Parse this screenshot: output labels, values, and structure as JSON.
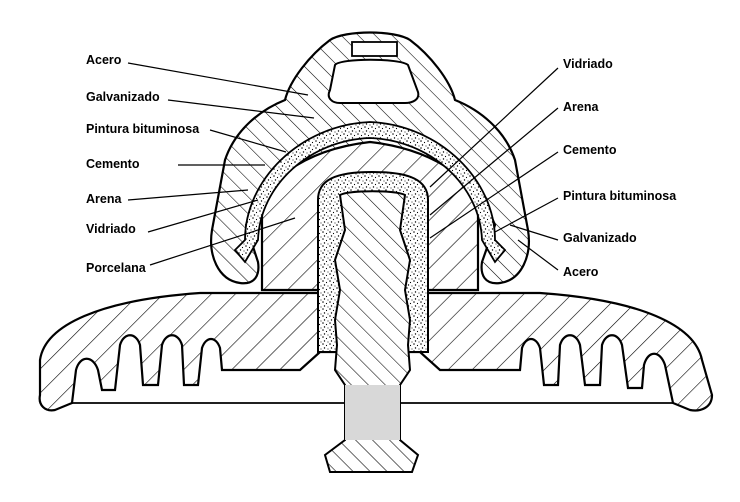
{
  "labels_left": {
    "acero": "Acero",
    "galvanizado": "Galvanizado",
    "pintura": "Pintura bituminosa",
    "cemento": "Cemento",
    "arena": "Arena",
    "vidriado": "Vidriado",
    "porcelana": "Porcelana"
  },
  "labels_right": {
    "vidriado": "Vidriado",
    "arena": "Arena",
    "cemento": "Cemento",
    "pintura": "Pintura bituminosa",
    "galvanizado": "Galvanizado",
    "acero": "Acero"
  }
}
